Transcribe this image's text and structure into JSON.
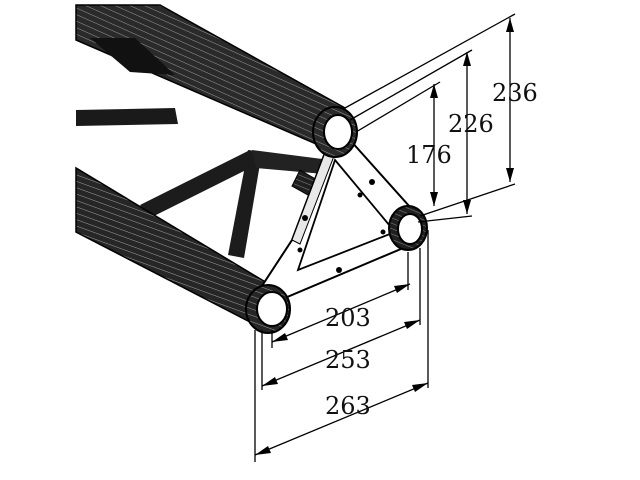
{
  "dimensions": {
    "height_outer": "236",
    "height_mid": "226",
    "height_inner": "176",
    "width_inner": "203",
    "width_mid": "253",
    "width_outer": "263"
  }
}
